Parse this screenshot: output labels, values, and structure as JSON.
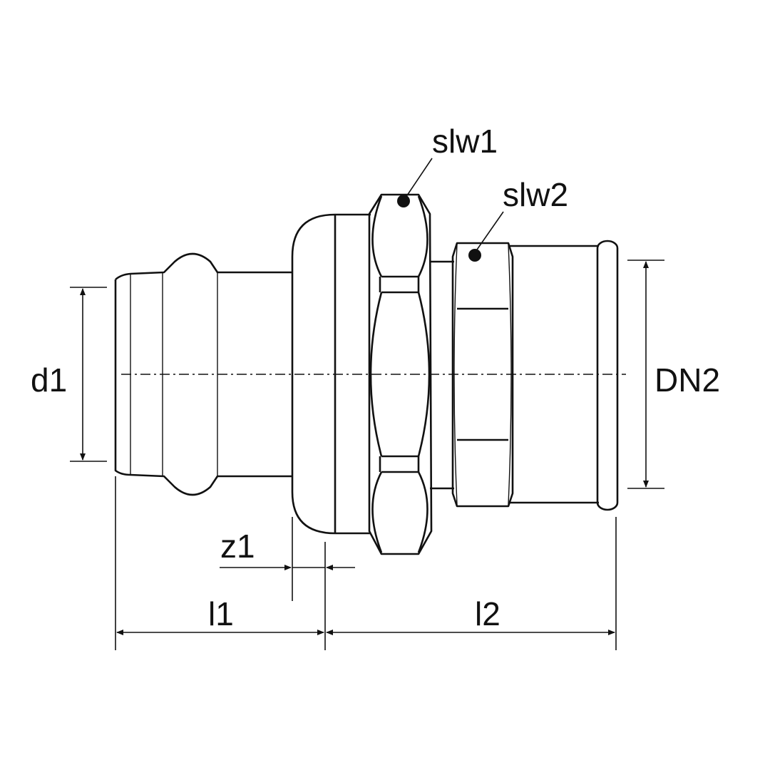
{
  "labels": {
    "slw1": "slw1",
    "slw2": "slw2",
    "d1": "d1",
    "dn2": "DN2",
    "z1": "z1",
    "l1": "l1",
    "l2": "l2"
  },
  "colors": {
    "line": "#111111",
    "background": "#ffffff"
  }
}
